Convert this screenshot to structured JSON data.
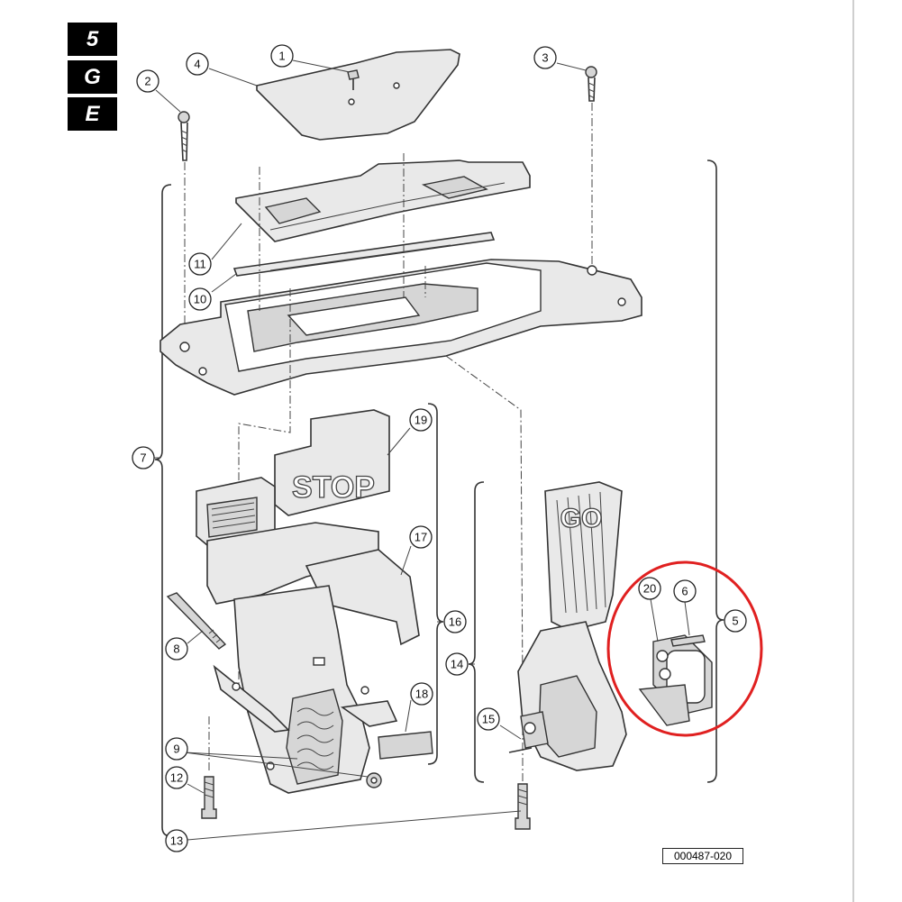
{
  "side_tabs": [
    "5",
    "G",
    "E"
  ],
  "figure_id": "000487-020",
  "decals": {
    "stop": "STOP",
    "go": "GO"
  },
  "callouts": [
    "1",
    "2",
    "3",
    "4",
    "5",
    "6",
    "7",
    "8",
    "9",
    "10",
    "11",
    "12",
    "13",
    "14",
    "15",
    "16",
    "17",
    "18",
    "19",
    "20"
  ],
  "highlight_color": "#e02020"
}
